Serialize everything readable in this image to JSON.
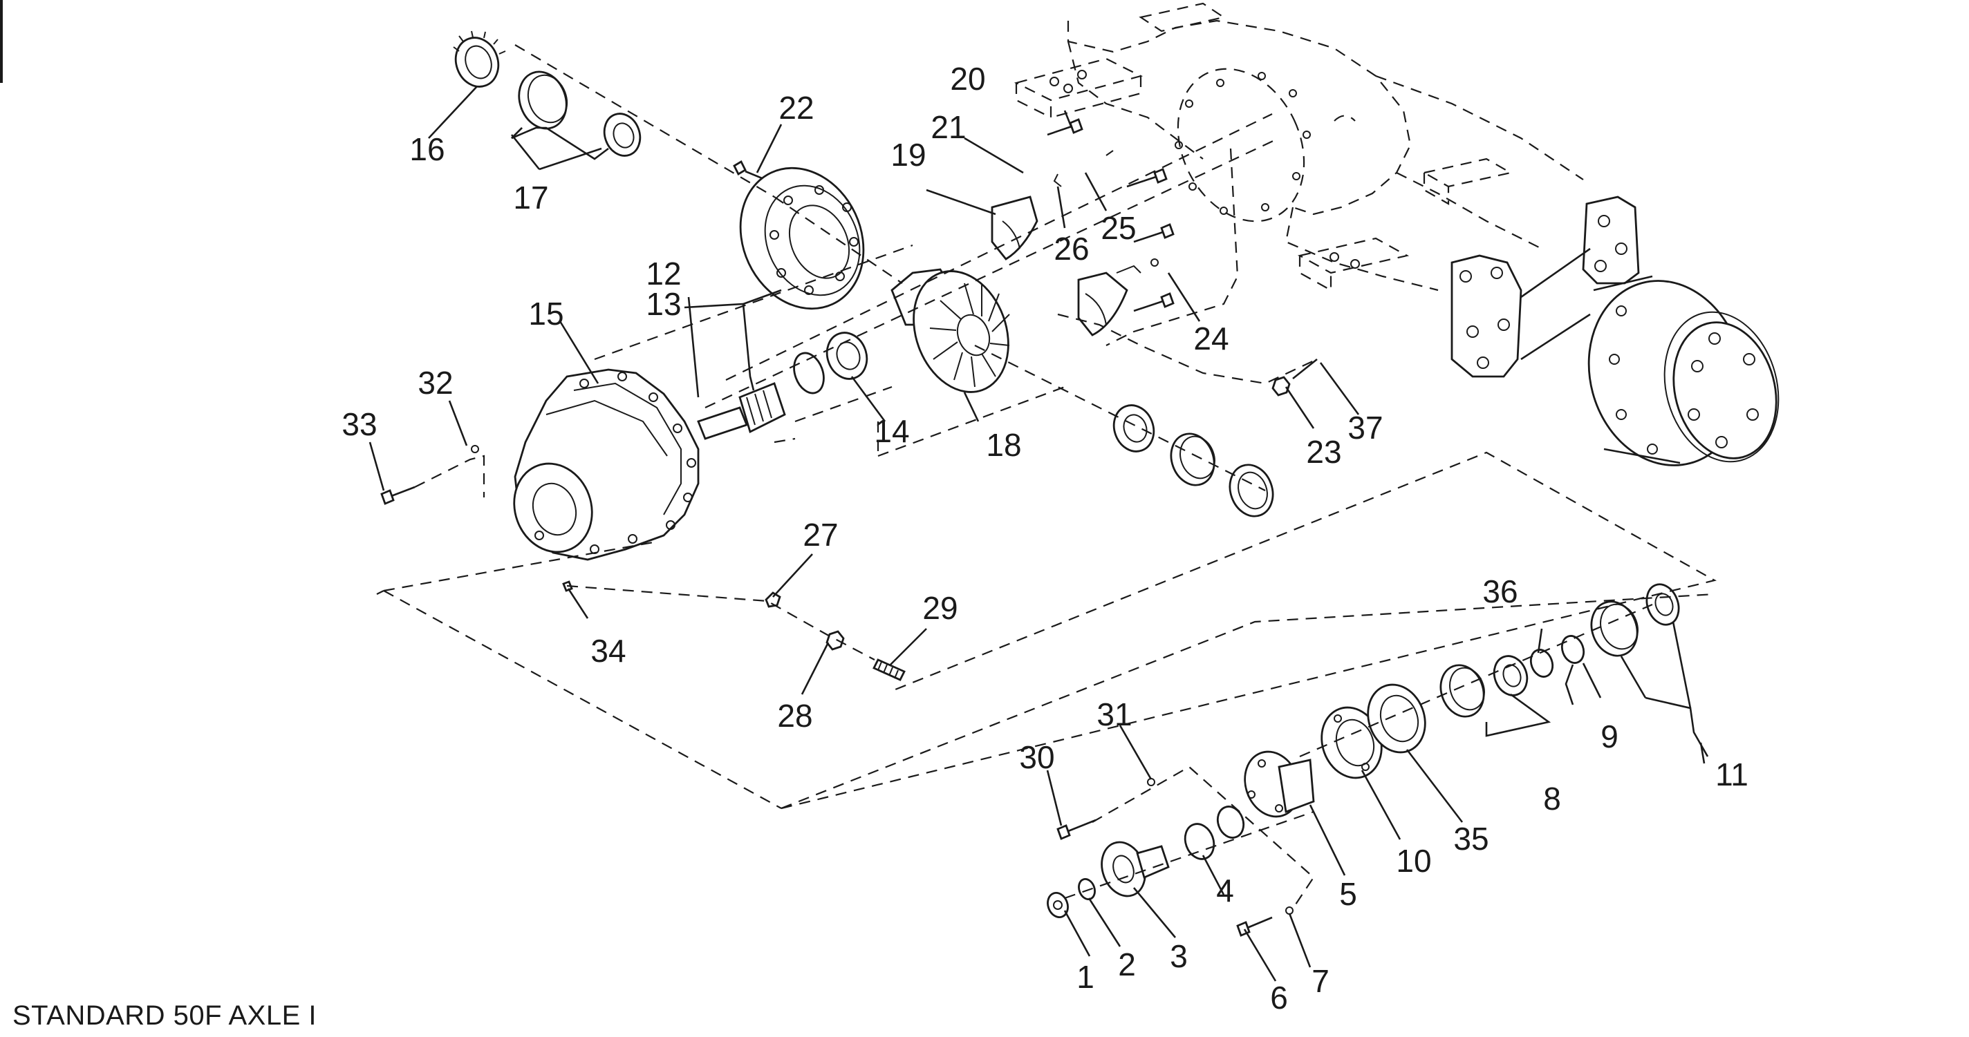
{
  "caption": "STANDARD 50F AXLE I",
  "labels": {
    "p1": "1",
    "p2": "2",
    "p3": "3",
    "p4": "4",
    "p5": "5",
    "p6": "6",
    "p7": "7",
    "p8": "8",
    "p9": "9",
    "p10": "10",
    "p11": "11",
    "p12": "12",
    "p13": "13",
    "p14": "14",
    "p15": "15",
    "p16": "16",
    "p17": "17",
    "p18": "18",
    "p19": "19",
    "p20": "20",
    "p21": "21",
    "p22": "22",
    "p23": "23",
    "p24": "24",
    "p25": "25",
    "p26": "26",
    "p27": "27",
    "p28": "28",
    "p29": "29",
    "p30": "30",
    "p31": "31",
    "p32": "32",
    "p33": "33",
    "p34": "34",
    "p35": "35",
    "p36": "36",
    "p37": "37"
  }
}
